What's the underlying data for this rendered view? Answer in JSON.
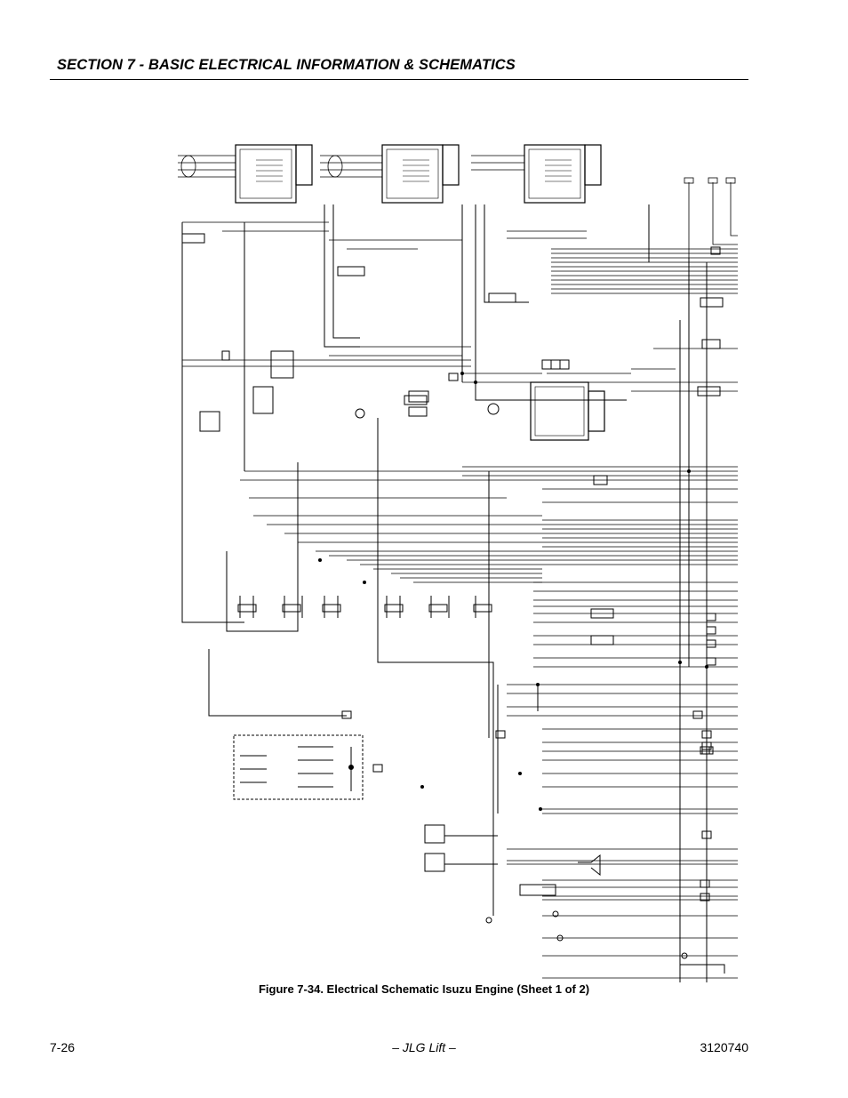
{
  "header": {
    "section_title": "SECTION 7 - BASIC ELECTRICAL INFORMATION & SCHEMATICS"
  },
  "figure": {
    "caption": "Figure 7-34.  Electrical Schematic Isuzu Engine (Sheet 1 of 2)"
  },
  "footer": {
    "page_number": "7-26",
    "publisher": "– JLG Lift –",
    "doc_number": "3120740"
  }
}
